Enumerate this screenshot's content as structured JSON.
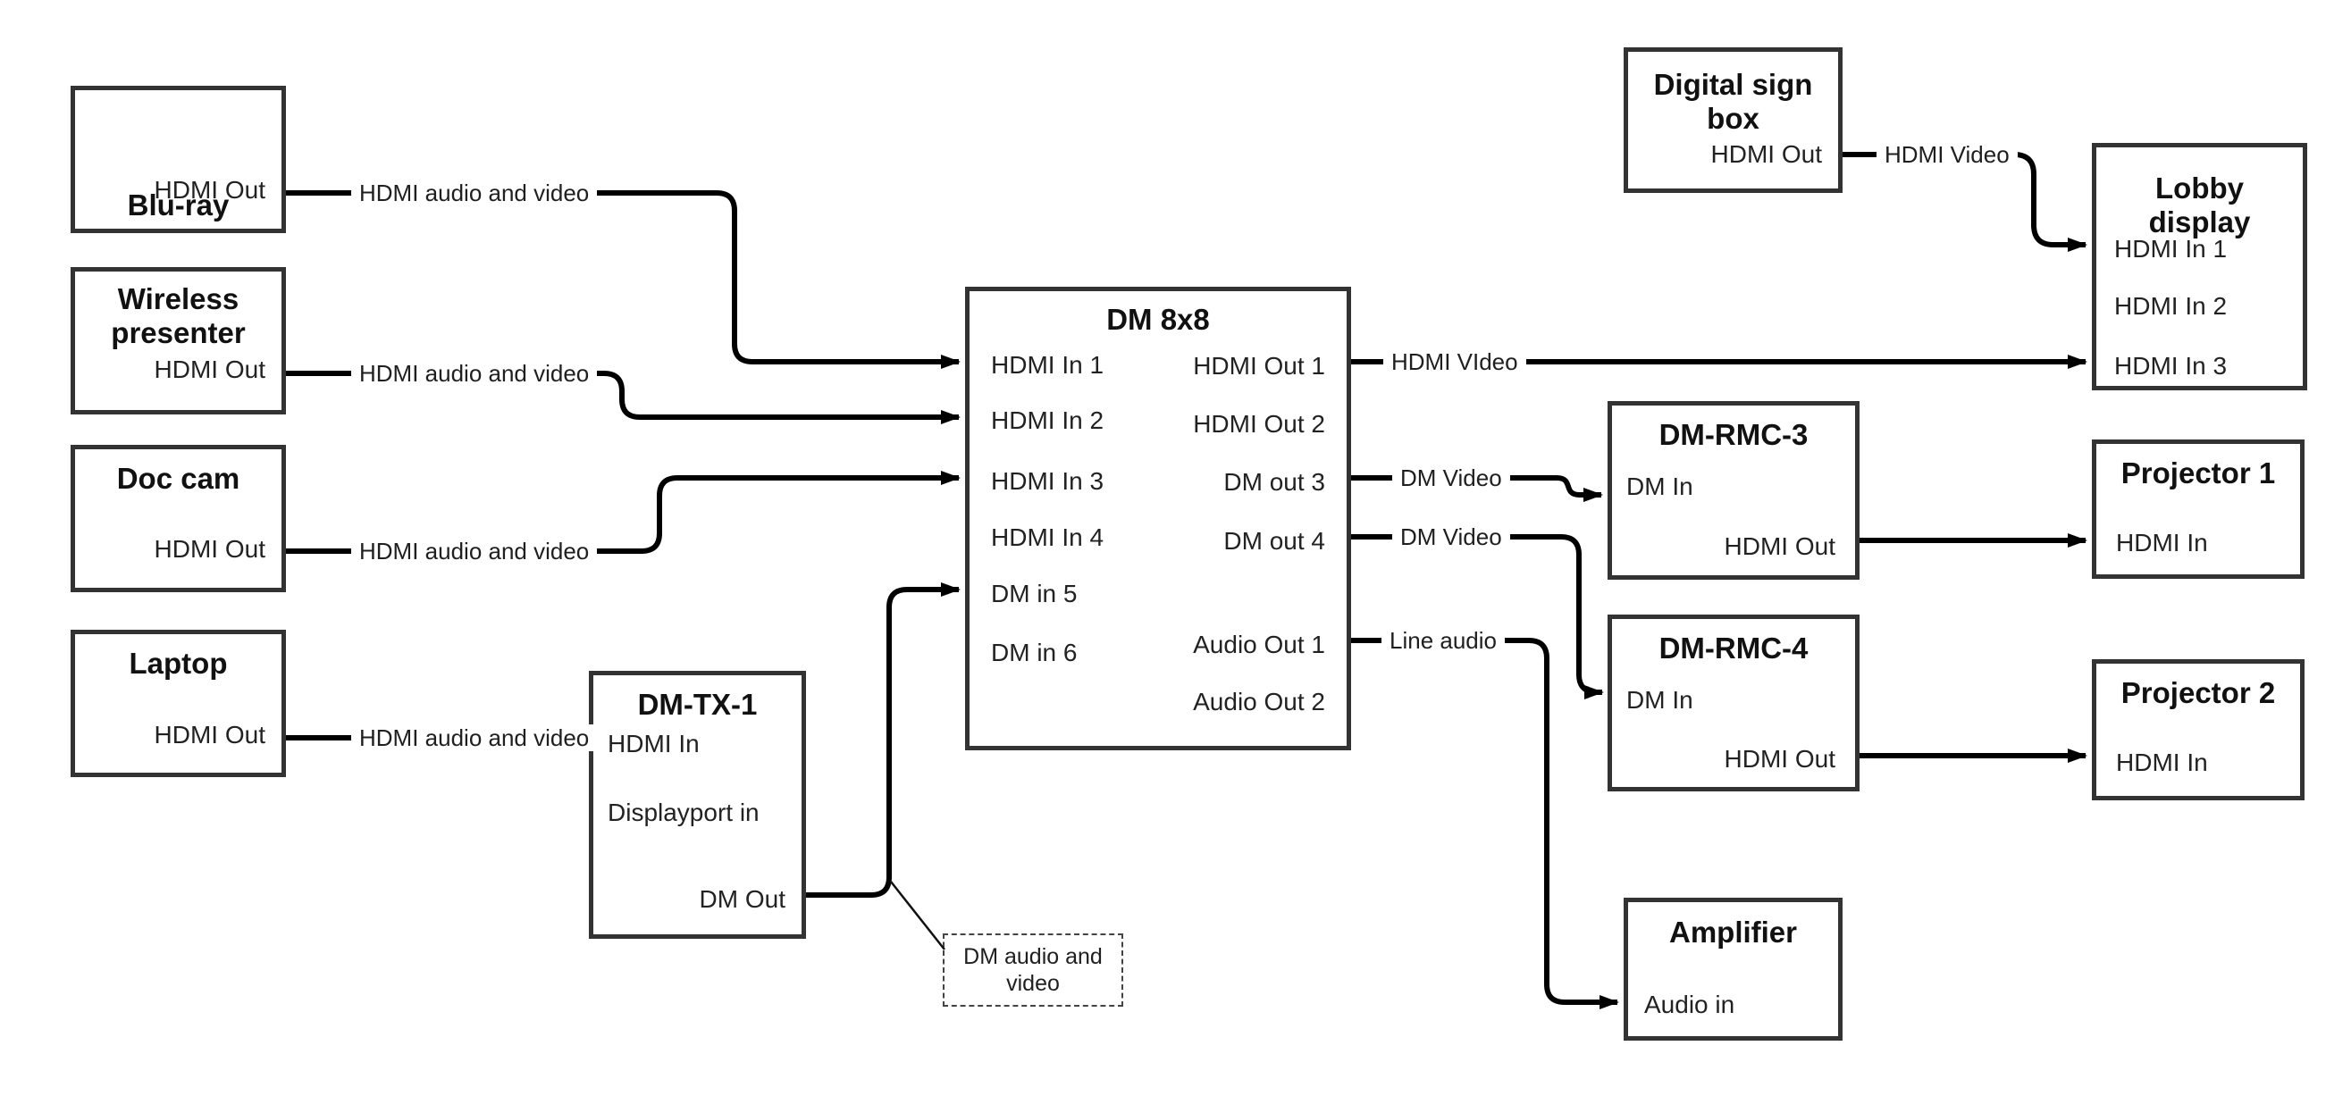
{
  "diagram": {
    "boxes": {
      "bluray": {
        "title": "Blu-ray",
        "ports": [
          {
            "label": "HDMI Out"
          }
        ]
      },
      "wireless": {
        "title": "Wireless presenter",
        "ports": [
          {
            "label": "HDMI Out"
          }
        ]
      },
      "doccam": {
        "title": "Doc cam",
        "ports": [
          {
            "label": "HDMI Out"
          }
        ]
      },
      "laptop": {
        "title": "Laptop",
        "ports": [
          {
            "label": "HDMI Out"
          }
        ]
      },
      "dmtx1": {
        "title": "DM-TX-1",
        "ports": [
          {
            "label": "HDMI In"
          },
          {
            "label": "Displayport in"
          },
          {
            "label": "DM Out"
          }
        ]
      },
      "dm8x8": {
        "title": "DM 8x8",
        "ports_left": [
          {
            "label": "HDMI In 1"
          },
          {
            "label": "HDMI In 2"
          },
          {
            "label": "HDMI In 3"
          },
          {
            "label": "HDMI In 4"
          },
          {
            "label": "DM in 5"
          },
          {
            "label": "DM in 6"
          }
        ],
        "ports_right": [
          {
            "label": "HDMI Out 1"
          },
          {
            "label": "HDMI Out 2"
          },
          {
            "label": "DM out 3"
          },
          {
            "label": "DM out 4"
          },
          {
            "label": "Audio Out 1"
          },
          {
            "label": "Audio Out 2"
          }
        ]
      },
      "digitalsign": {
        "title": "Digital sign box",
        "ports": [
          {
            "label": "HDMI Out"
          }
        ]
      },
      "lobby": {
        "title": "Lobby display",
        "ports": [
          {
            "label": "HDMI In 1"
          },
          {
            "label": "HDMI In 2"
          },
          {
            "label": "HDMI In 3"
          }
        ]
      },
      "dmrmc3": {
        "title": "DM-RMC-3",
        "ports": [
          {
            "label": "DM In"
          },
          {
            "label": "HDMI Out"
          }
        ]
      },
      "proj1": {
        "title": "Projector 1",
        "ports": [
          {
            "label": "HDMI In"
          }
        ]
      },
      "dmrmc4": {
        "title": "DM-RMC-4",
        "ports": [
          {
            "label": "DM In"
          },
          {
            "label": "HDMI Out"
          }
        ]
      },
      "proj2": {
        "title": "Projector 2",
        "ports": [
          {
            "label": "HDMI In"
          }
        ]
      },
      "amplifier": {
        "title": "Amplifier",
        "ports": [
          {
            "label": "Audio in"
          }
        ]
      }
    },
    "callout": {
      "text": "DM audio and video"
    },
    "connections": [
      {
        "from": "Blu-ray HDMI Out",
        "to": "DM 8x8 HDMI In 1",
        "label": "HDMI audio and video"
      },
      {
        "from": "Wireless presenter HDMI Out",
        "to": "DM 8x8 HDMI In 2",
        "label": "HDMI audio and video"
      },
      {
        "from": "Doc cam HDMI Out",
        "to": "DM 8x8 HDMI In 3",
        "label": "HDMI audio and video"
      },
      {
        "from": "Laptop HDMI Out",
        "to": "DM-TX-1 HDMI In",
        "label": "HDMI audio and video"
      },
      {
        "from": "DM-TX-1 DM Out",
        "to": "DM 8x8 DM in 5",
        "label": ""
      },
      {
        "from": "DM 8x8 HDMI Out 1",
        "to": "Lobby display HDMI In 3",
        "label": "HDMI VIdeo"
      },
      {
        "from": "DM 8x8 DM out 3",
        "to": "DM-RMC-3 DM In",
        "label": "DM Video"
      },
      {
        "from": "DM 8x8 DM out 4",
        "to": "DM-RMC-4 DM In",
        "label": "DM Video"
      },
      {
        "from": "DM 8x8 Audio Out 1",
        "to": "Amplifier Audio in",
        "label": "Line audio"
      },
      {
        "from": "Digital sign box HDMI Out",
        "to": "Lobby display HDMI In 1",
        "label": "HDMI Video"
      },
      {
        "from": "DM-RMC-3 HDMI Out",
        "to": "Projector 1 HDMI In",
        "label": ""
      },
      {
        "from": "DM-RMC-4 HDMI Out",
        "to": "Projector 2 HDMI In",
        "label": ""
      }
    ]
  }
}
